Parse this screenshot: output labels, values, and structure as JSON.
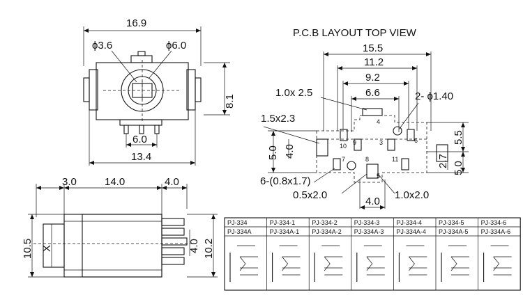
{
  "title": "P.C.B LAYOUT  TOP VIEW",
  "front_view": {
    "width_top": "16.9",
    "hole_small": "ϕ3.6",
    "hole_large": "ϕ6.0",
    "height_right": "8.1",
    "pin_pitch": "6.0",
    "width_bottom": "13.4"
  },
  "side_view": {
    "seg_left": "3.0",
    "seg_mid": "14.0",
    "seg_right": "4.0",
    "height_left": "10.5",
    "x_label": "X",
    "pin_len": "4.0",
    "height_right": "10.2"
  },
  "pcb": {
    "w155": "15.5",
    "w112": "11.2",
    "w92": "9.2",
    "w66": "6.6",
    "pad_1x25": "1.0x 2.5",
    "hole_140": "2- ϕ1.40",
    "pad_15x23": "1.5x2.3",
    "h55": "5.5",
    "h50_left": "5.0",
    "h40": "4.0",
    "h27": "2.7",
    "h50_right": "5.0",
    "pad_08x17": "6-(0.8x1.7)",
    "pad_05x20": "0.5x2.0",
    "pad_10x20": "1.0x2.0",
    "w40": "4.0",
    "pins": [
      "4",
      "10",
      "9",
      "3",
      "6",
      "7",
      "8",
      "11",
      "5"
    ]
  },
  "table": {
    "row1": [
      "PJ-334",
      "PJ-334-1",
      "PJ-334-2",
      "PJ-334-3",
      "PJ-334-4",
      "PJ-334-5",
      "PJ-334-6"
    ],
    "row2": [
      "PJ-334A",
      "PJ-334A-1",
      "PJ-334A-2",
      "PJ-334A-3",
      "PJ-334A-4",
      "PJ-334A-5",
      "PJ-334A-6"
    ]
  }
}
